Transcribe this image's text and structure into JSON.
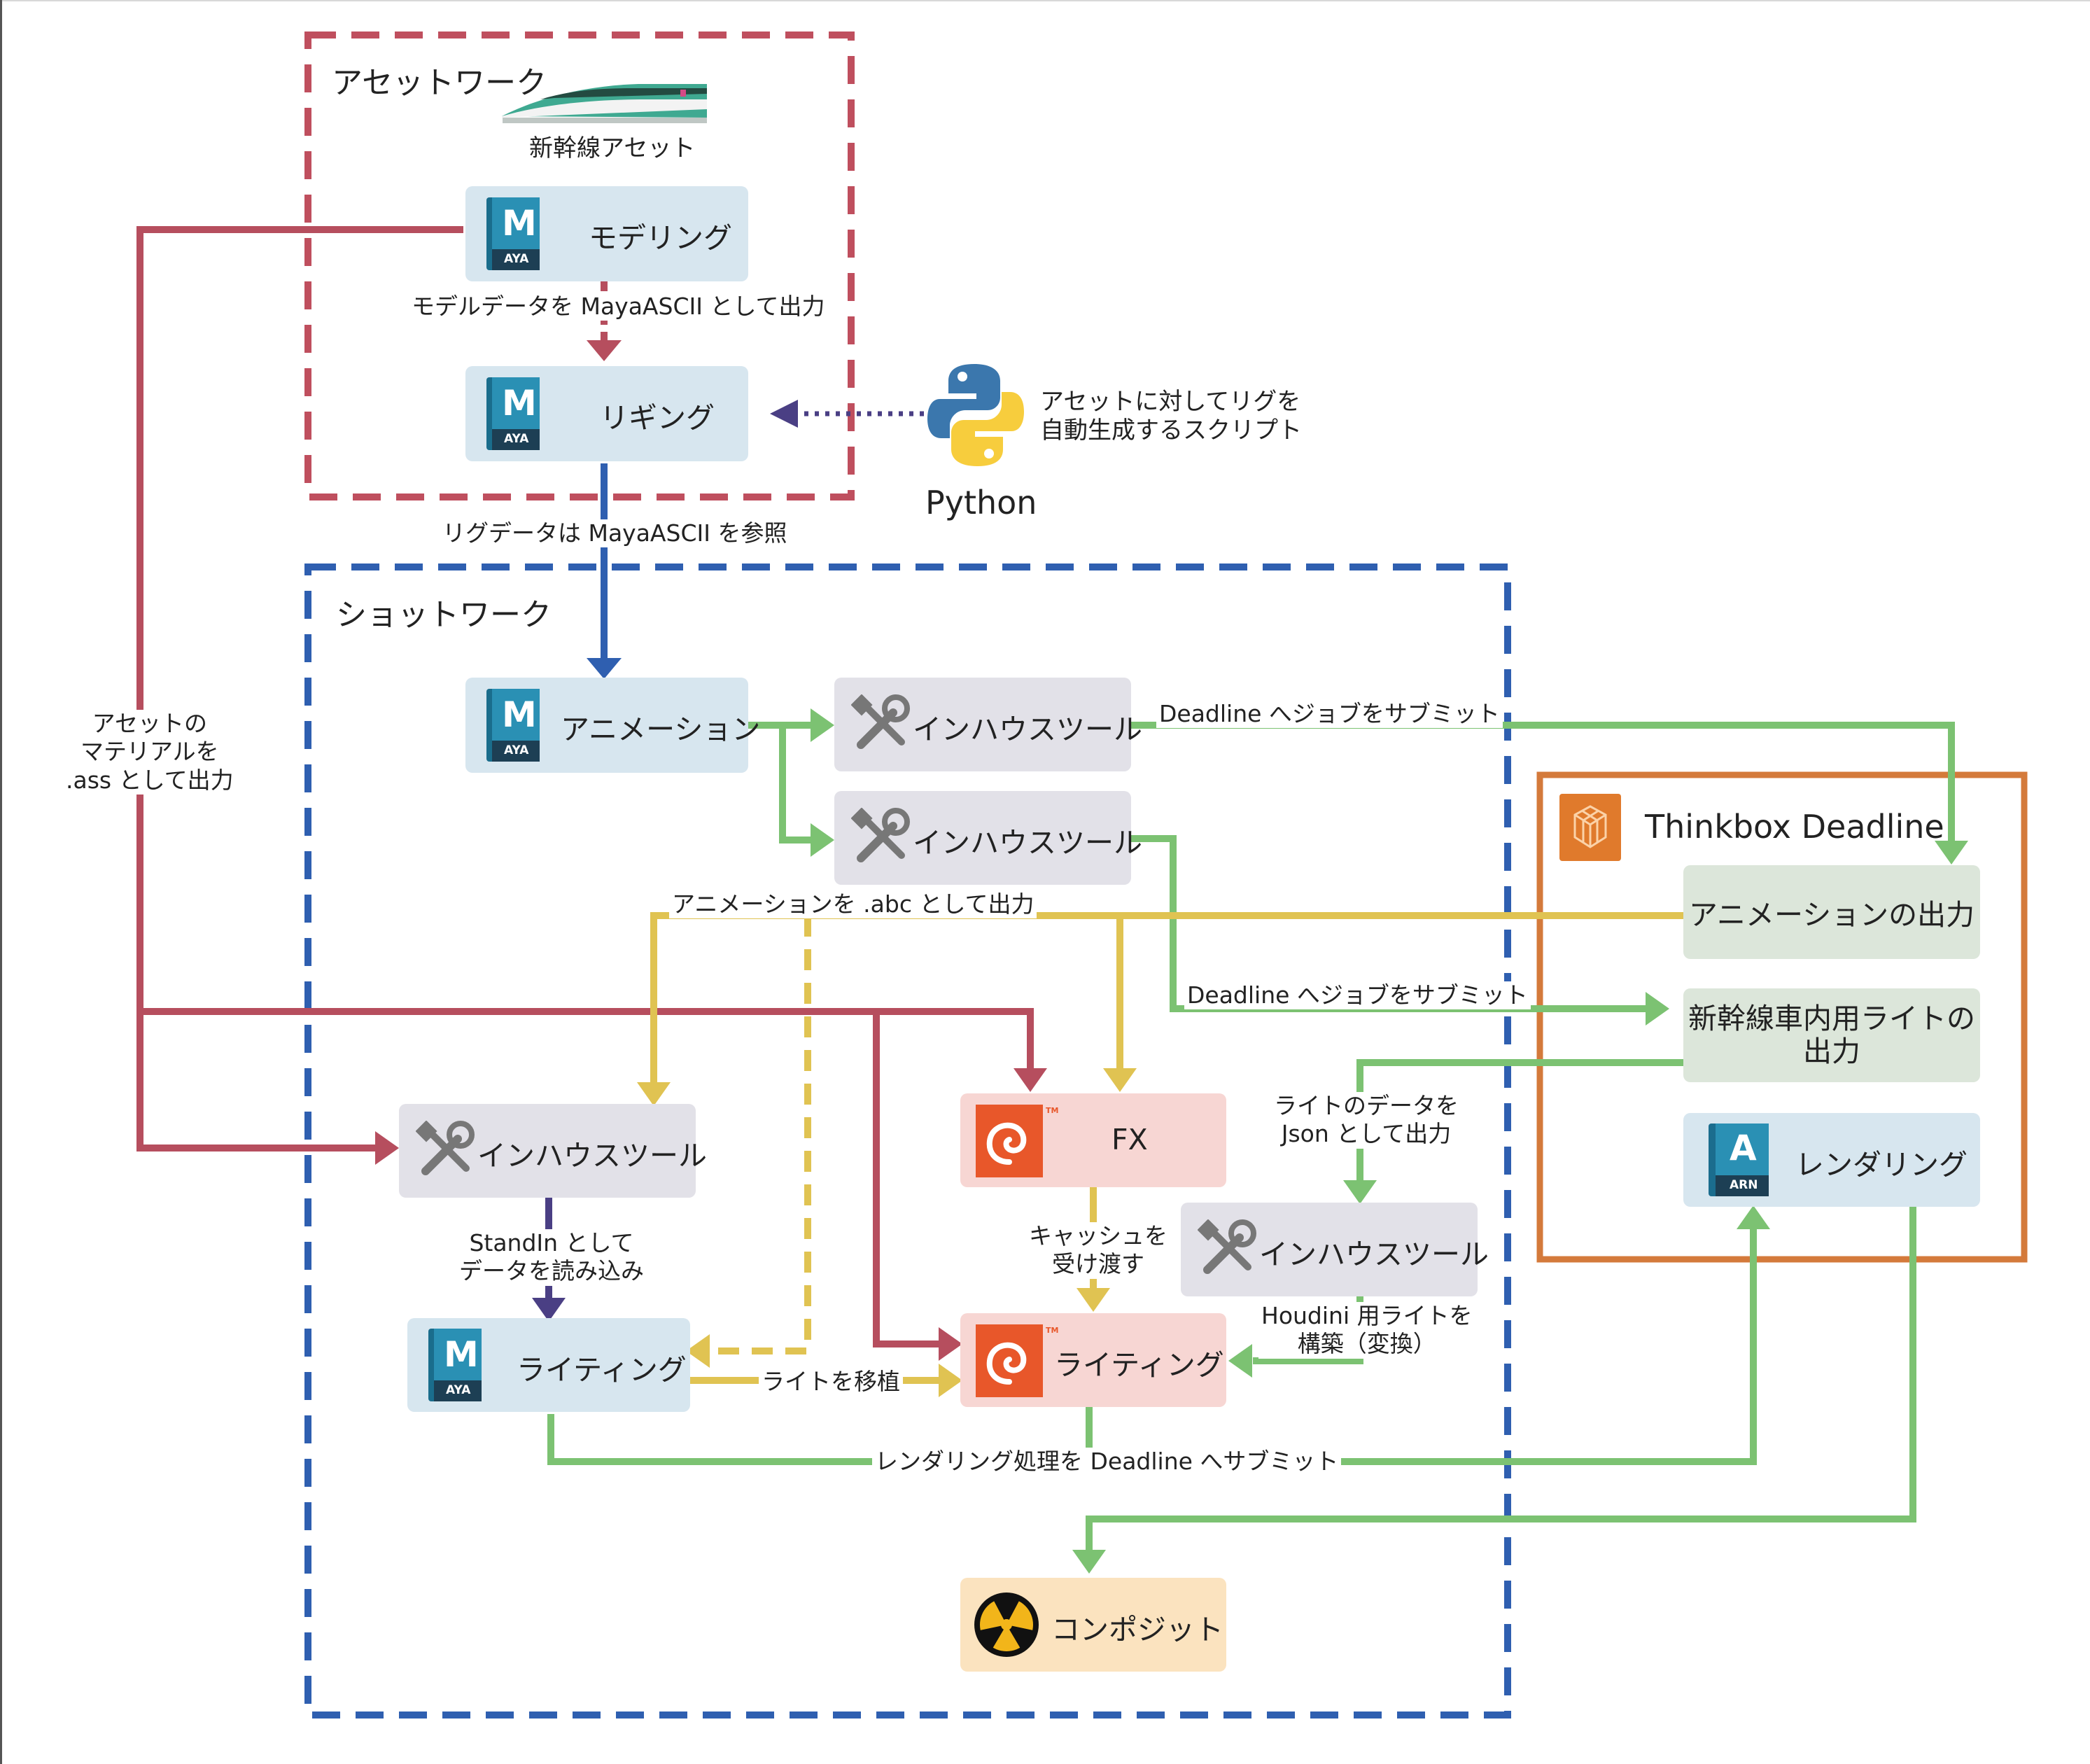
{
  "colors": {
    "asset_group": "#bf4f5e",
    "shot_group": "#2f5fb0",
    "deadline_group": "#d47a3b",
    "red_arrow": "#b64e5e",
    "blue_arrow": "#2f5fb0",
    "green_arrow": "#7cc272",
    "yellow_arrow": "#e0c352",
    "purple_arrow": "#4a3f84"
  },
  "groups": {
    "asset": "アセットワーク",
    "shot": "ショットワーク",
    "deadline": "Thinkbox Deadline"
  },
  "asset_caption": "新幹線アセット",
  "python": {
    "label": "Python",
    "desc": "アセットに対してリグを\n自動生成するスクリプト"
  },
  "nodes": {
    "modeling": {
      "label": "モデリング",
      "icon": "maya-icon",
      "badge": "AYA"
    },
    "rigging": {
      "label": "リギング",
      "icon": "maya-icon",
      "badge": "AYA"
    },
    "animation": {
      "label": "アニメーション",
      "icon": "maya-icon",
      "badge": "AYA"
    },
    "tool1": {
      "label": "インハウスツール",
      "icon": "tools-icon"
    },
    "tool2": {
      "label": "インハウスツール",
      "icon": "tools-icon"
    },
    "tool3": {
      "label": "インハウスツール",
      "icon": "tools-icon"
    },
    "tool4": {
      "label": "インハウスツール",
      "icon": "tools-icon"
    },
    "fx": {
      "label": "FX",
      "icon": "houdini-icon"
    },
    "maya_lighting": {
      "label": "ライティング",
      "icon": "maya-icon",
      "badge": "AYA"
    },
    "houdini_lighting": {
      "label": "ライティング",
      "icon": "houdini-icon"
    },
    "composite": {
      "label": "コンポジット",
      "icon": "nuke-icon"
    },
    "anim_output": {
      "label": "アニメーションの出力"
    },
    "interior_light": {
      "label": "新幹線車内用ライトの\n出力"
    },
    "rendering": {
      "label": "レンダリング",
      "icon": "arnold-icon",
      "badge": "ARN"
    }
  },
  "icon_letters": {
    "maya": "M",
    "arnold": "A",
    "tm": "TM"
  },
  "notes": {
    "model_export": "モデルデータを MayaASCII として出力",
    "rig_ref": "リグデータは MayaASCII を参照",
    "material_export": "アセットの\nマテリアルを\n.ass として出力",
    "submit1": "Deadline へジョブをサブミット",
    "submit2": "Deadline へジョブをサブミット",
    "abc_export": "アニメーションを .abc として出力",
    "light_json": "ライトのデータを\nJson として出力",
    "standin": "StandIn として\nデータを読み込み",
    "cache": "キャッシュを\n受け渡す",
    "light_build": "Houdini 用ライトを\n構築（変換）",
    "light_move": "ライトを移植",
    "render_submit": "レンダリング処理を Deadline へサブミット"
  }
}
